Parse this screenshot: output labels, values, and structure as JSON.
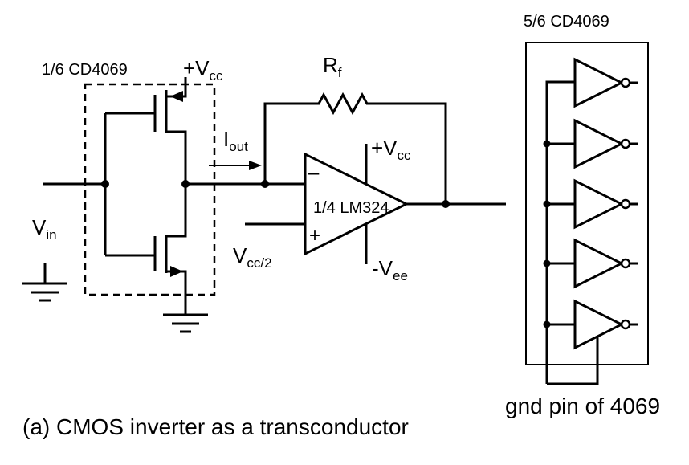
{
  "labels": {
    "cd4069_single": "1/6 CD4069",
    "vcc_top_main": "+V",
    "vcc_top_sub": "cc",
    "rf_main": "R",
    "rf_sub": "f",
    "iout_main": "I",
    "iout_sub": "out",
    "vcc_amp_main": "+V",
    "vcc_amp_sub": "cc",
    "vin_main": "V",
    "vin_sub": "in",
    "opamp_name": "1/4 LM324",
    "minus_input": "–",
    "plus_input": "+",
    "vref_main": "V",
    "vref_sub": "cc/2",
    "vee_main": "-V",
    "vee_sub": "ee",
    "cd4069_bank": "5/6 CD4069",
    "gnd_pin": "gnd pin of 4069",
    "caption": "(a) CMOS inverter as a transconductor"
  }
}
